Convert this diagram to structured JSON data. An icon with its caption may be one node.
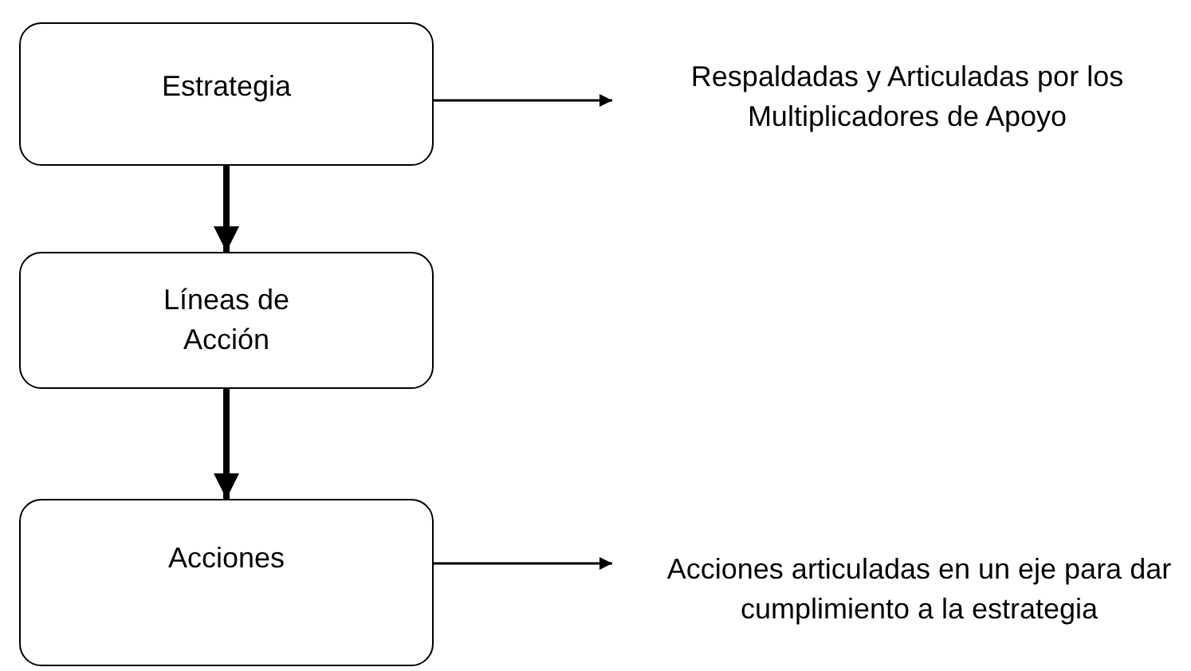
{
  "diagram": {
    "nodes": [
      {
        "text": [
          "Estrategia"
        ]
      },
      {
        "text": [
          "Líneas de Acción"
        ]
      },
      {
        "text": [
          "Acciones"
        ]
      },
      {
        "text": [
          "Respaldadas y Articuladas por los Multiplicadores de Apoyo"
        ]
      },
      {
        "text": [
          "Acciones articuladas en un eje para dar cumplimiento a la estrategia"
        ]
      }
    ],
    "edges": [
      {
        "from": 0,
        "to": 1,
        "arrow": "to",
        "style": "thick"
      },
      {
        "from": 1,
        "to": 2,
        "arrow": "to",
        "style": "thick"
      },
      {
        "from": 0,
        "to": 3,
        "arrow": "to"
      },
      {
        "from": 2,
        "to": 4,
        "arrow": "to"
      }
    ]
  }
}
